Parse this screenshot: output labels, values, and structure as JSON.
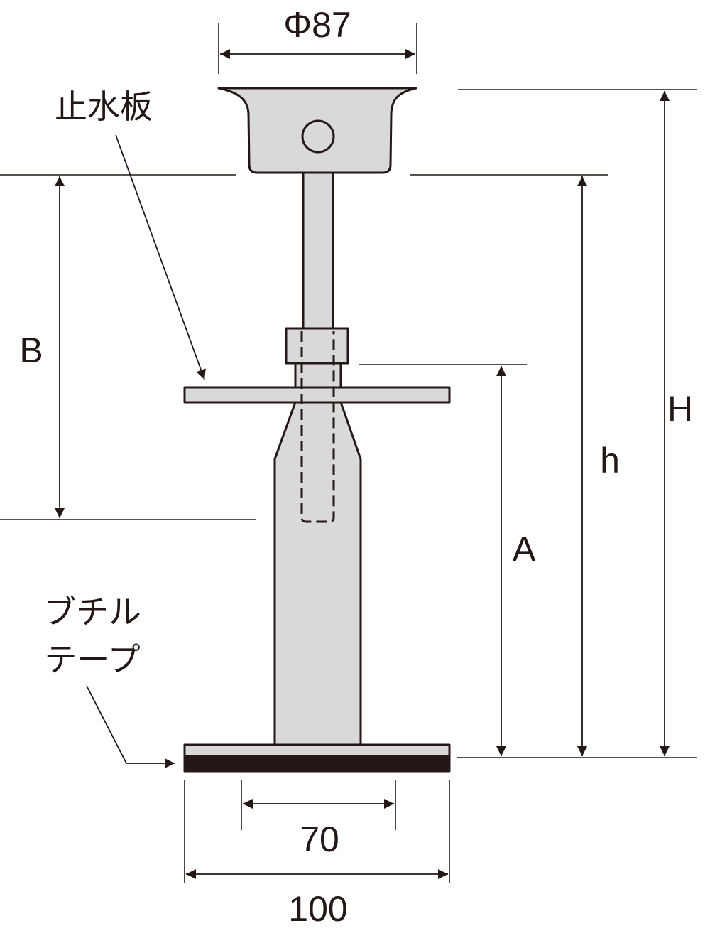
{
  "dimensions": {
    "top_diameter": "Φ87",
    "inner_base_width": "70",
    "base_width": "100",
    "label_A": "A",
    "label_B": "B",
    "label_h": "h",
    "label_H": "H"
  },
  "labels": {
    "water_stop_plate": "止水板",
    "butyl_tape_line1": "ブチル",
    "butyl_tape_line2": "テープ"
  },
  "colors": {
    "part_fill": "#d9d9d9",
    "line": "#231815",
    "tape": "#231815"
  }
}
